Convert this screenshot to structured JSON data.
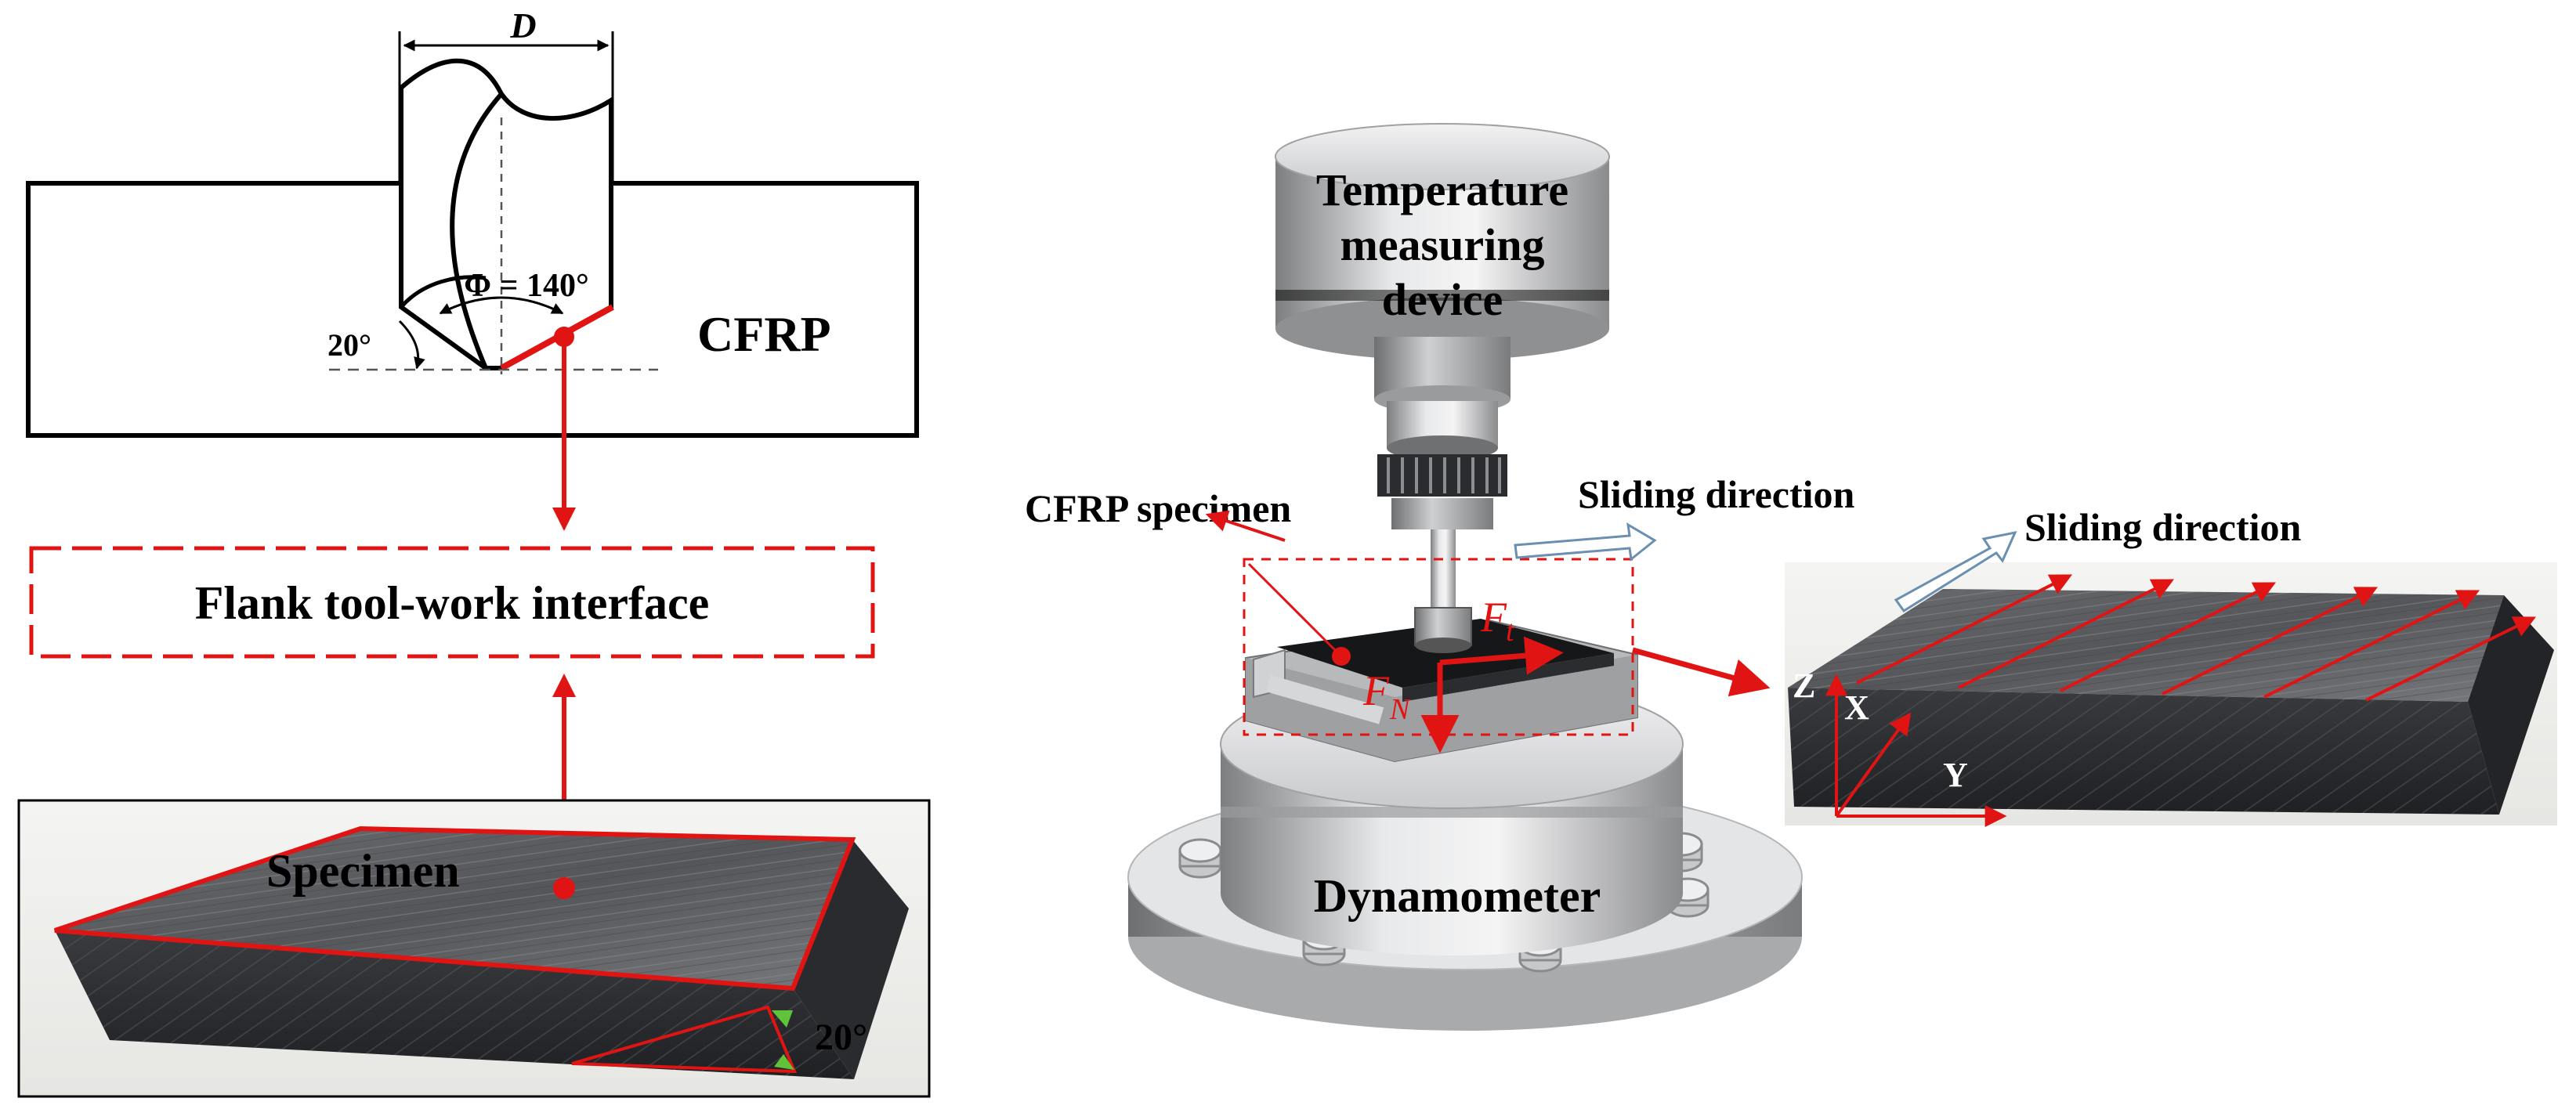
{
  "labels": {
    "diameter": "D",
    "point_angle": "Φ = 140°",
    "lip_angle": "20°",
    "workpiece": "CFRP",
    "interface": "Flank tool-work interface",
    "specimen": "Specimen",
    "specimen_angle": "20°",
    "temp_device_line1": "Temperature",
    "temp_device_line2": "measuring",
    "temp_device_line3": "device",
    "cfrp_specimen": "CFRP specimen",
    "sliding_direction_1": "Sliding direction",
    "sliding_direction_2": "Sliding direction",
    "force_tangential_main": "F",
    "force_tangential_sub": "t",
    "force_normal_main": "F",
    "force_normal_sub": "N",
    "dynamometer": "Dynamometer",
    "axis_z": "Z",
    "axis_x": "X",
    "axis_y": "Y"
  },
  "colors": {
    "accent_red": "#e11414",
    "outline": "#000000",
    "specimen_dark": "#2f3034",
    "metal_light": "#d9dadb",
    "metal_dark": "#8c8d8f",
    "arrow_outline": "#6a8fb0",
    "green_marker": "#5fc43a"
  }
}
